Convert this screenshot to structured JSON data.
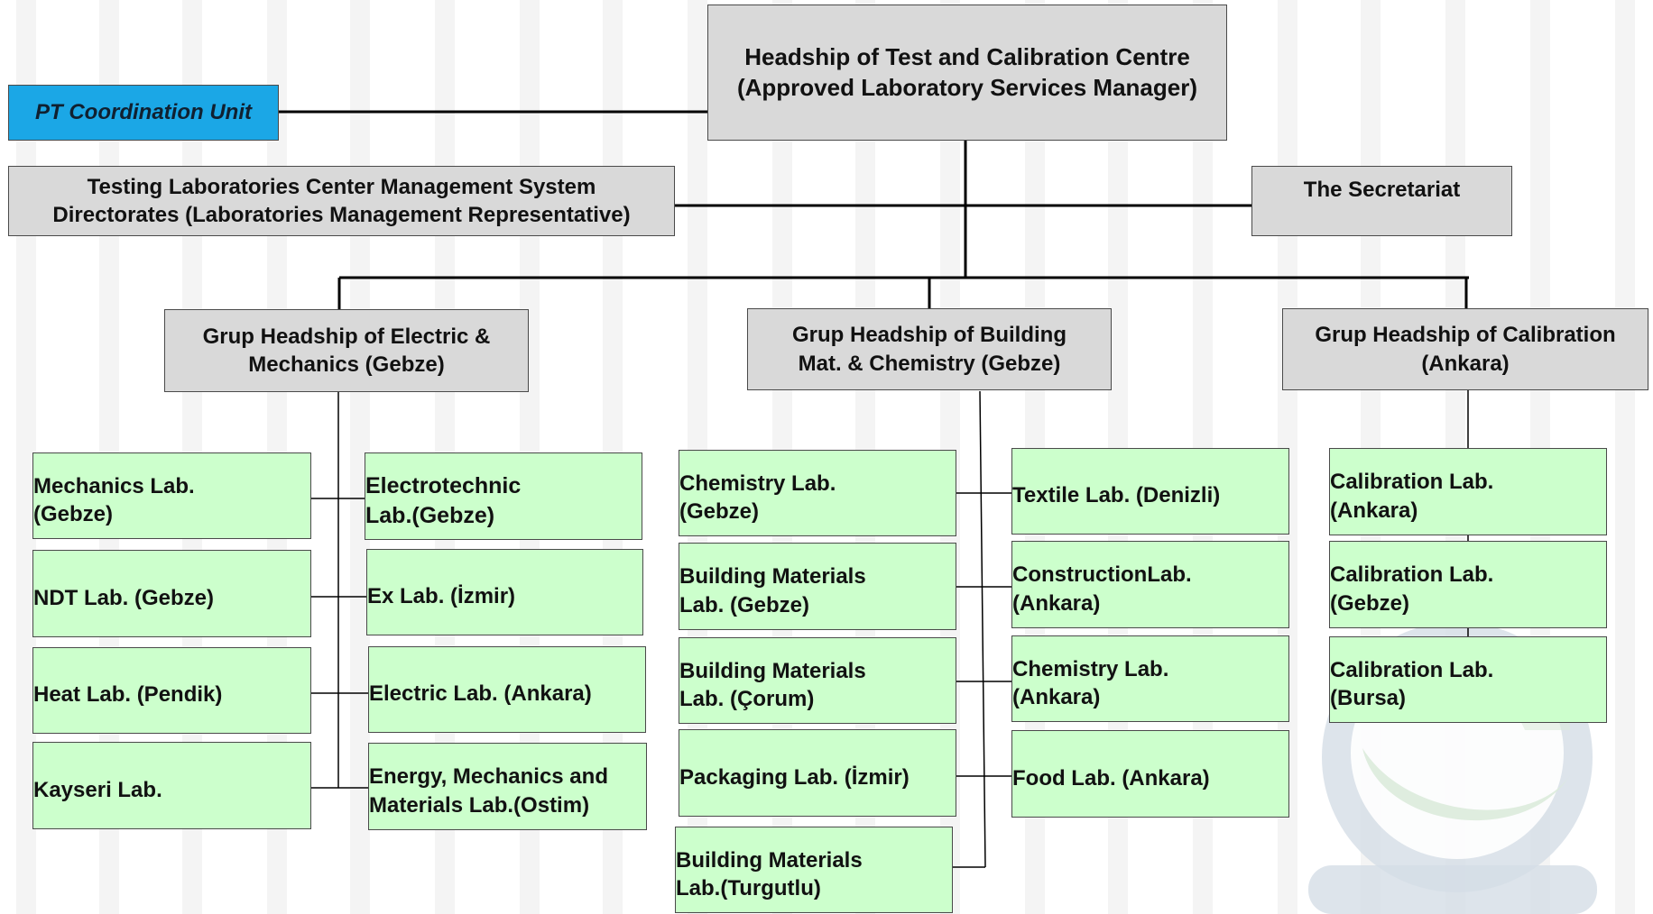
{
  "colors": {
    "header_gray": "#d9d9d9",
    "lab_green": "#ccffcc",
    "pt_unit_blue": "#1ba7e6",
    "line": "#000000",
    "watermark_gray": "#d5dde6",
    "watermark_green": "#dcebdc"
  },
  "head": {
    "line1": "Headship of Test and Calibration Centre",
    "line2": "(Approved Laboratory Services Manager)"
  },
  "pt_unit": {
    "label": "PT Coordination Unit"
  },
  "management": {
    "line1": "Testing Laboratories Center Management System",
    "line2": "Directorates  (Laboratories Management Representative)"
  },
  "secretariat": {
    "label": "The Secretariat"
  },
  "groups": {
    "electric": {
      "line1": "Grup Headship of Electric &",
      "line2": "Mechanics (Gebze)"
    },
    "building": {
      "line1": "Grup Headship of Building",
      "line2": "Mat. & Chemistry (Gebze)"
    },
    "calibration": {
      "line1": "Grup Headship of Calibration",
      "line2": "(Ankara)"
    }
  },
  "electric_labs": {
    "left": [
      {
        "line1": "Mechanics Lab.",
        "line2": "(Gebze)"
      },
      {
        "line1": "NDT Lab. (Gebze)",
        "line2": ""
      },
      {
        "line1": "Heat Lab. (Pendik)",
        "line2": ""
      },
      {
        "line1": "Kayseri Lab.",
        "line2": ""
      }
    ],
    "right": [
      {
        "line1": "Electrotechnic",
        "line2": "Lab.(Gebze)"
      },
      {
        "line1": "Ex Lab. (İzmir)",
        "line2": ""
      },
      {
        "line1": "Electric Lab. (Ankara)",
        "line2": ""
      },
      {
        "line1": "Energy, Mechanics and",
        "line2": "Materials Lab.(Ostim)"
      }
    ]
  },
  "building_labs": {
    "left": [
      {
        "line1": "Chemistry Lab.",
        "line2": "(Gebze)"
      },
      {
        "line1": "Building Materials",
        "line2": "Lab. (Gebze)"
      },
      {
        "line1": "Building Materials",
        "line2": "Lab. (Çorum)"
      },
      {
        "line1": "Packaging Lab. (İzmir)",
        "line2": ""
      },
      {
        "line1": "Building Materials",
        "line2": "Lab.(Turgutlu)"
      }
    ],
    "right": [
      {
        "line1": "Textile Lab. (Denizli)",
        "line2": ""
      },
      {
        "line1": "ConstructionLab.",
        "line2": "(Ankara)"
      },
      {
        "line1": "Chemistry Lab.",
        "line2": "(Ankara)"
      },
      {
        "line1": "Food Lab. (Ankara)",
        "line2": ""
      }
    ]
  },
  "calibration_labs": [
    {
      "line1": "Calibration Lab.",
      "line2": "(Ankara)"
    },
    {
      "line1": "Calibration Lab.",
      "line2": "(Gebze)"
    },
    {
      "line1": "Calibration Lab.",
      "line2": "(Bursa)"
    }
  ]
}
